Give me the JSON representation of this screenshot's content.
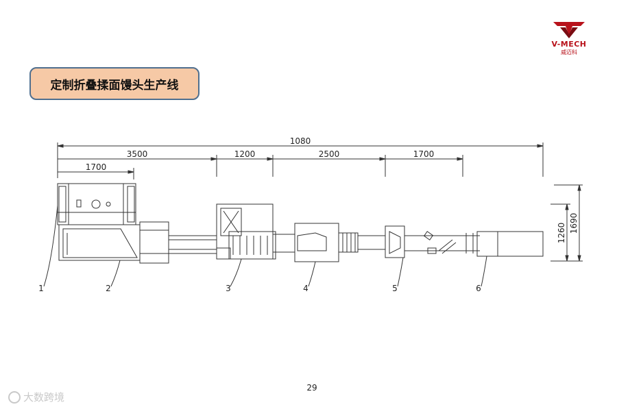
{
  "header": {
    "logo_text": "V-MECH",
    "logo_subtext": "威迈科",
    "title": "定制折叠揉面馒头生产线"
  },
  "dimensions": {
    "overall": "1080",
    "top_row": [
      "3500",
      "1200",
      "2500",
      "1700"
    ],
    "sub_row": "1700",
    "height_inner": "1260",
    "height_outer": "1690"
  },
  "callouts": [
    "1",
    "2",
    "3",
    "4",
    "5",
    "6"
  ],
  "footer": {
    "page_number": "29",
    "watermark": "大数跨境"
  },
  "colors": {
    "title_fill": "#f6c9a6",
    "title_border": "#4f6f8f",
    "logo_red": "#b8121b",
    "line": "#333333"
  }
}
